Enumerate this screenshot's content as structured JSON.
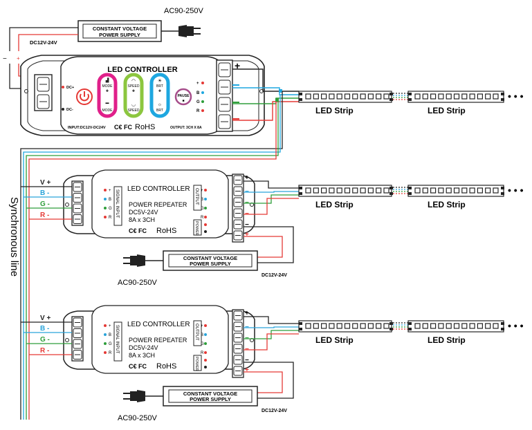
{
  "supply_top": {
    "ac_label": "AC90-250V",
    "psu_line1": "CONSTANT VOLTAGE",
    "psu_line2": "POWER SUPPLY",
    "dc_label": "DC12V-24V"
  },
  "controller": {
    "title": "LED CONTROLLER",
    "input_label": "INPUT:DC12V-DC24V",
    "output_label": "OUTPUT: 3CH X 8A",
    "cert": "RoHS",
    "dc_plus": "DC+",
    "dc_minus": "DC-",
    "buttons": {
      "mode_up": "MODE",
      "mode_down": "MODE",
      "speed_up": "SPEED",
      "speed_down": "SPEED",
      "brt_up": "BRT",
      "brt_down": "BRT",
      "pause": "PAUSE"
    },
    "out_pins": [
      "+",
      "B",
      "G",
      "R"
    ]
  },
  "repeater": {
    "title": "LED CONTROLLER",
    "line1": "POWER REPEATER",
    "line2": "DC5V-24V",
    "line3": "8A x 3CH",
    "cert": "RoHS",
    "signal_input": "SIGNAL INPUT",
    "output": "OUTPUT",
    "power": "POWER",
    "in_pins": [
      "+",
      "B",
      "G",
      "R"
    ],
    "wire_labels": [
      "V +",
      "B -",
      "G -",
      "R -"
    ],
    "ac_label": "AC90-250V",
    "psu_line1": "CONSTANT VOLTAGE",
    "psu_line2": "POWER SUPPLY",
    "dc_label": "DC12V-24V"
  },
  "led_strip_label": "LED Strip",
  "sync_label": "Synchronous line",
  "colors": {
    "red": "#e53935",
    "green": "#2e9e3a",
    "blue": "#29a3d9",
    "black": "#222222",
    "magenta": "#e0208a",
    "lime": "#8cc63f",
    "cyan": "#1ea7e0",
    "purple": "#a64d8a"
  }
}
